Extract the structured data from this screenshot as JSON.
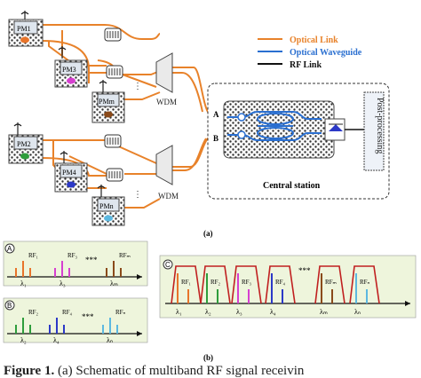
{
  "legend": {
    "optical_link": "Optical Link",
    "optical_waveguide": "Optical Waveguide",
    "rf_link": "RF Link"
  },
  "modulators": {
    "top": [
      "PM1",
      "PM3",
      "PMm"
    ],
    "bottom": [
      "PM2",
      "PM4",
      "PMn"
    ]
  },
  "wdm_label": "WDM",
  "ports": [
    "A",
    "B"
  ],
  "station_label": "Central station",
  "post_processing": "Post-processing",
  "panel_a": "(a)",
  "panel_b": "(b)",
  "spectra": {
    "A": {
      "tag": "A",
      "rf": [
        "RF₁",
        "RF₃",
        "RFₘ"
      ],
      "lambda": [
        "λ₁",
        "λ₃",
        "λₘ"
      ],
      "dots": "***",
      "colors": [
        "#e8742a",
        "#d63fd0",
        "#8a4a1a"
      ]
    },
    "B": {
      "tag": "B",
      "rf": [
        "RF₂",
        "RF₄",
        "RFₙ"
      ],
      "lambda": [
        "λ₂",
        "λ₄",
        "λₙ"
      ],
      "dots": "***",
      "colors": [
        "#2e9d3c",
        "#2c39c7",
        "#5cb8e0"
      ]
    },
    "C": {
      "tag": "C",
      "rf": [
        "RF₁",
        "RF₂",
        "RF₃",
        "RF₄",
        "RFₘ",
        "RFₙ"
      ],
      "lambda": [
        "λ₁",
        "λ₂",
        "λ₃",
        "λ₄",
        "λₘ",
        "λₙ"
      ],
      "dots": "***"
    }
  },
  "caption": {
    "label": "Figure 1.",
    "text": " (a) Schematic of multiband RF signal receivin"
  },
  "colors": {
    "optical": "#e8822a",
    "waveguide": "#2a6fd0",
    "rf": "#111111",
    "panel_bg": "#eef5dc",
    "filter": "#c02020"
  }
}
